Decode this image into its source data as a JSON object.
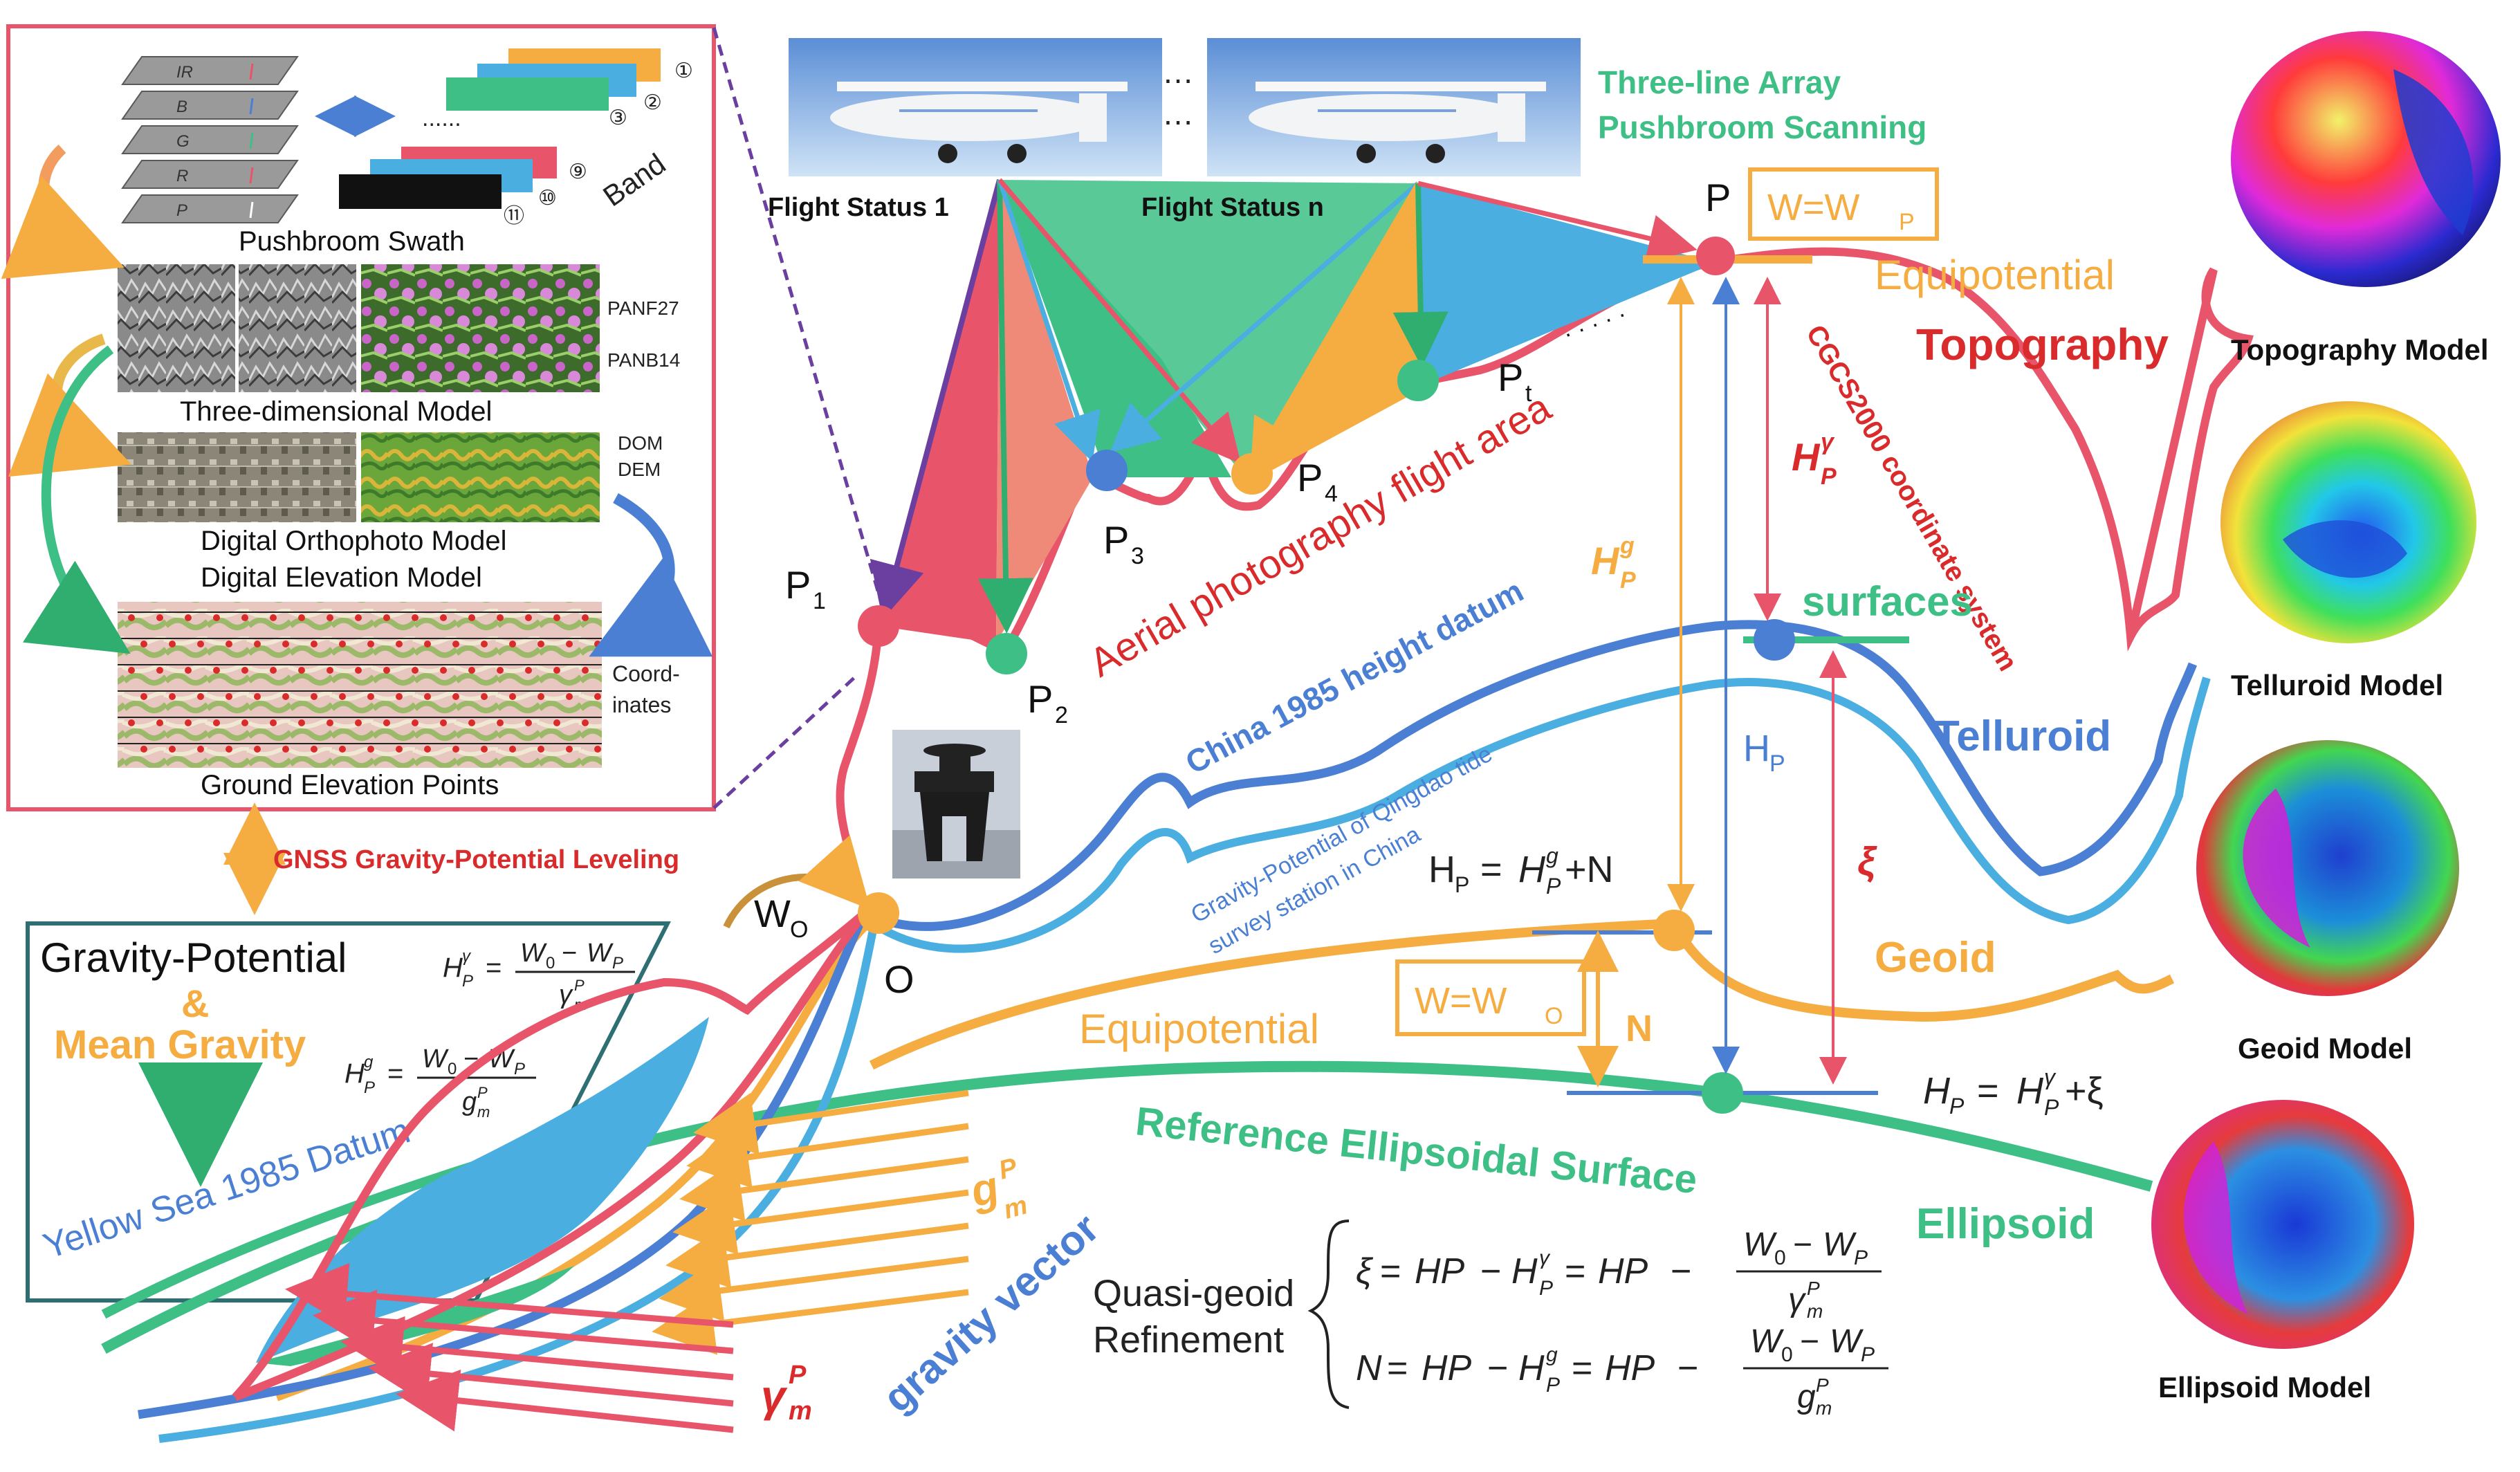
{
  "colors": {
    "red": "#e8556a",
    "red_dark": "#d92b2b",
    "orange": "#f5ad42",
    "blue": "#4a7fd4",
    "light_blue": "#4aaee0",
    "green": "#3dbf86",
    "teal_green": "#2fae6f",
    "dark_teal": "#2d6f73",
    "purple": "#6b3fa0"
  },
  "workflow": {
    "band_labels": [
      "IR",
      "B",
      "G",
      "R",
      "P"
    ],
    "band_numbers": [
      "①",
      "②",
      "③",
      "⑨",
      "⑩",
      "⑪"
    ],
    "dots": "......",
    "band": "Band",
    "pushbroom": "Pushbroom Swath",
    "panf": "PANF27",
    "panb": "PANB14",
    "three_d": "Three-dimensional Model",
    "dom": "DOM",
    "dem": "DEM",
    "dom_full": "Digital Orthophoto Model",
    "dem_full": "Digital Elevation Model",
    "coord_1": "Coord-",
    "coord_2": "inates",
    "ground": "Ground Elevation Points"
  },
  "gnss": "GNSS Gravity-Potential Leveling",
  "gravity_box": {
    "title": "Gravity-Potential",
    "amp": "&",
    "mean": "Mean Gravity",
    "datum": "Yellow Sea 1985 Datum"
  },
  "flight": {
    "status_1": "Flight Status 1",
    "status_n": "Flight Status n",
    "ellipsis": "…",
    "scan_1": "Three-line Array",
    "scan_2": "Pushbroom Scanning"
  },
  "points": {
    "P": "P",
    "P1": "P",
    "P2": "P",
    "P3": "P",
    "P4": "P",
    "Pt": "P",
    "sub1": "1",
    "sub2": "2",
    "sub3": "3",
    "sub4": "4",
    "subt": "t",
    "O": "O",
    "W": "W",
    "W_sub": "O",
    "dots": "· · · · ·"
  },
  "labels": {
    "wp_box": "W=W",
    "wp_sub": "P",
    "wo_box": "W=W",
    "wo_sub": "O",
    "equipotential_top": "Equipotential",
    "topography": "Topography",
    "cgcs": "CGCS2000 coordinate system",
    "surfaces": "surfaces",
    "telluroid": "Telluroid",
    "geoid": "Geoid",
    "equipotential_mid": "Equipotential",
    "ref_ellipsoid": "Reference Ellipsoidal Surface",
    "ellipsoid": "Ellipsoid",
    "aerial": "Aerial photography flight area",
    "china1985": "China 1985 height datum",
    "qingdao_1": "Gravity-Potential of Qingdao tide",
    "qingdao_2": "survey station in China",
    "gravity_vector": "gravity vector",
    "N": "N",
    "quasi_1": "Quasi-geoid",
    "quasi_2": "Refinement"
  },
  "math": {
    "H": "H",
    "P": "P",
    "gamma": "γ",
    "g": "g",
    "m": "m",
    "N": "N",
    "xi": "ξ",
    "W0": "W",
    "Wsub0": "0",
    "WP": "W",
    "WsubP": "P",
    "HP_label": "H",
    "plus_N": "+N",
    "plus_xi": "+ξ",
    "eq": "=",
    "minus": "−",
    "HP_text": "HP"
  },
  "models": {
    "topography": "Topography Model",
    "telluroid": "Telluroid Model",
    "geoid": "Geoid Model",
    "ellipsoid": "Ellipsoid Model"
  }
}
